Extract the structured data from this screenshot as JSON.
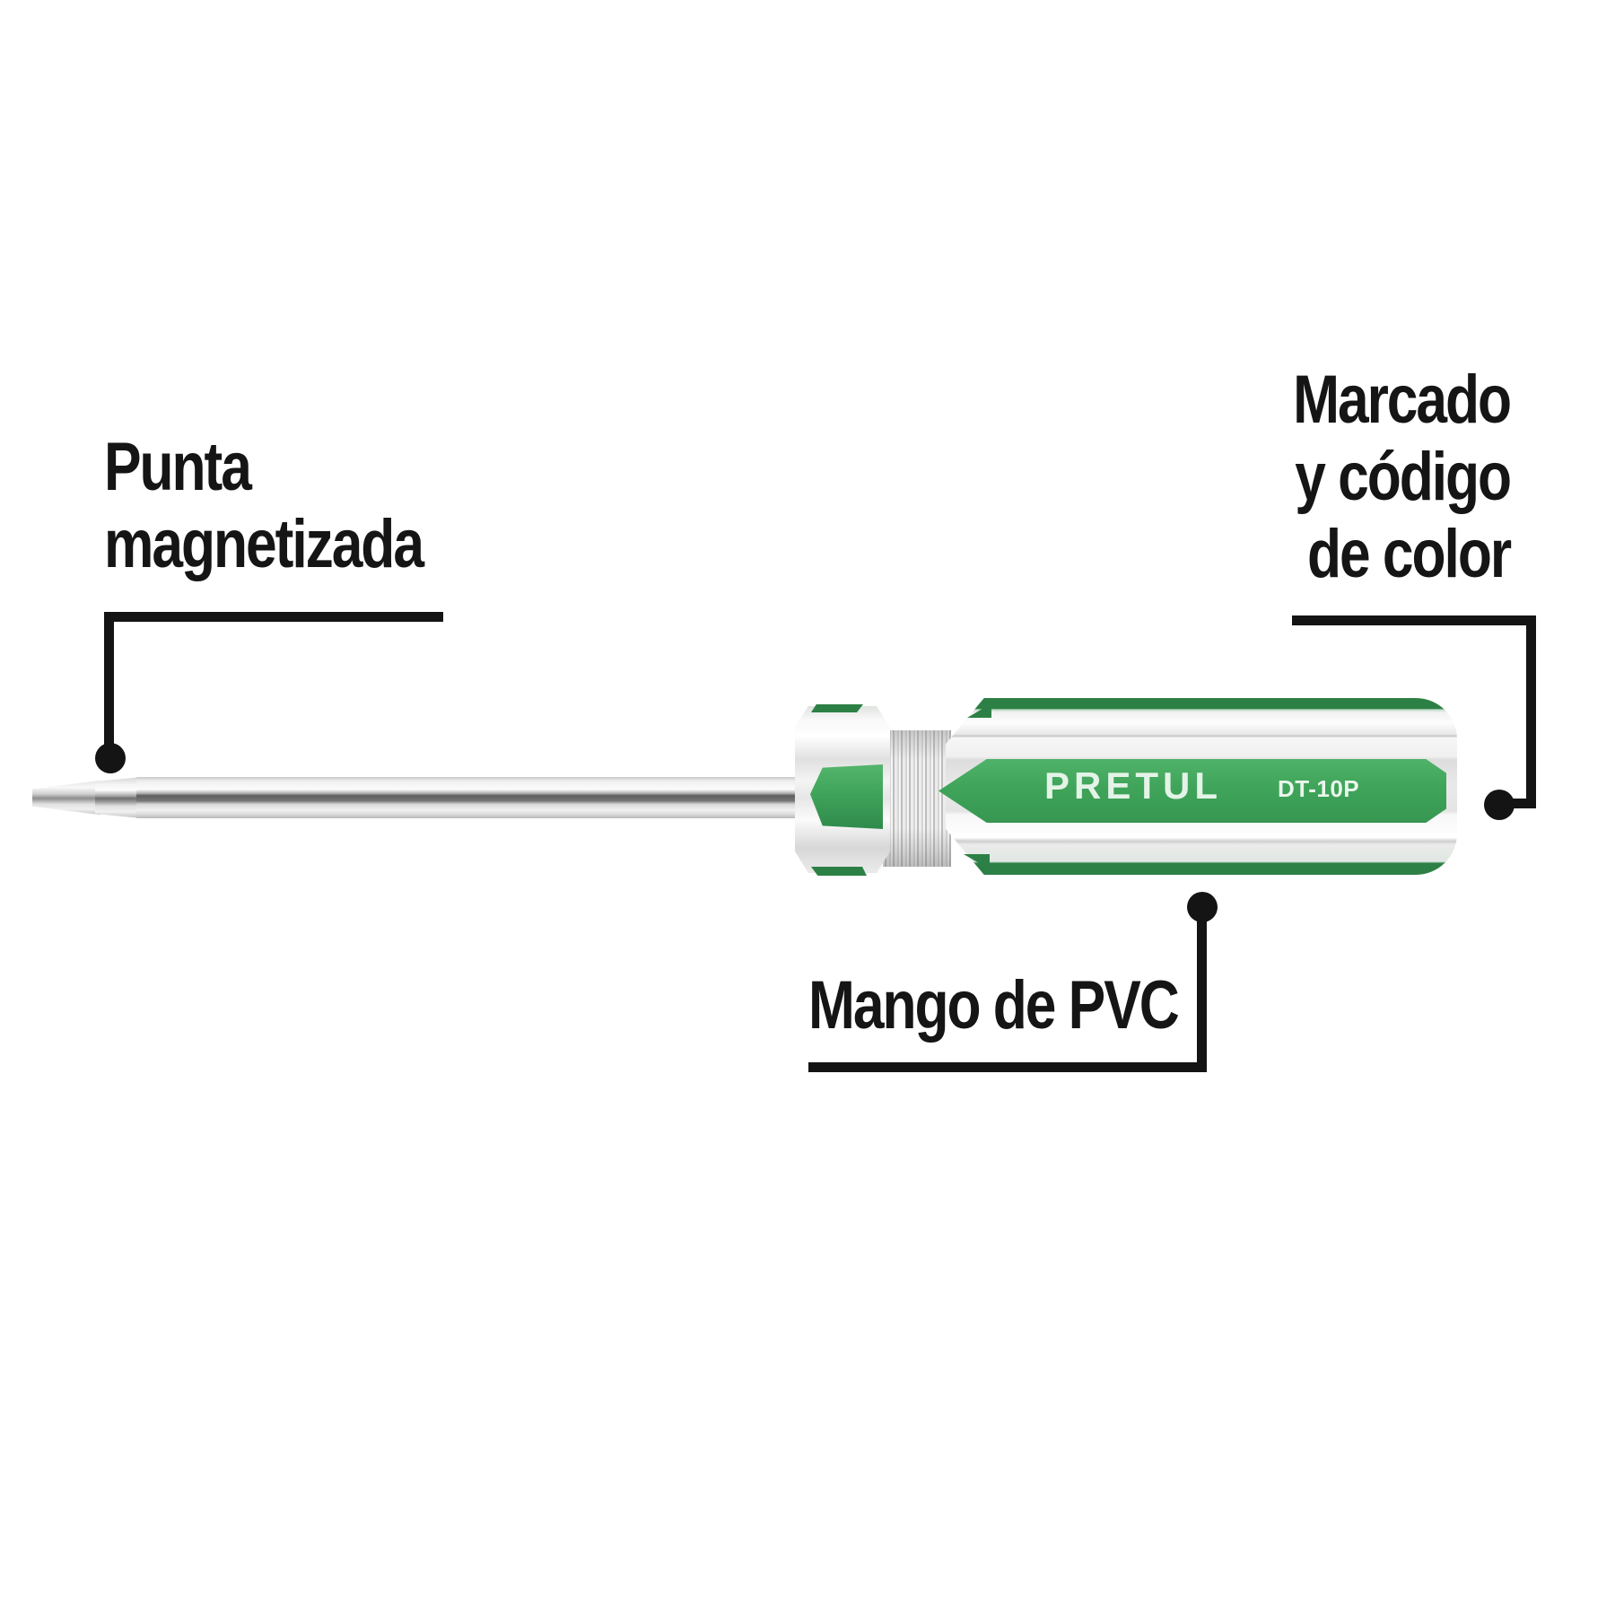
{
  "diagram": {
    "labels": {
      "punta": {
        "line1": "Punta",
        "line2": "magnetizada"
      },
      "marcado": {
        "line1": "Marcado",
        "line2": "y código",
        "line3": "de color"
      },
      "mango": "Mango de PVC"
    },
    "product": {
      "brand": "PRETUL",
      "model": "DT-10P"
    },
    "colors": {
      "green": "#3fa45a",
      "green-dark": "#2d8045",
      "callout": "#141414"
    }
  }
}
